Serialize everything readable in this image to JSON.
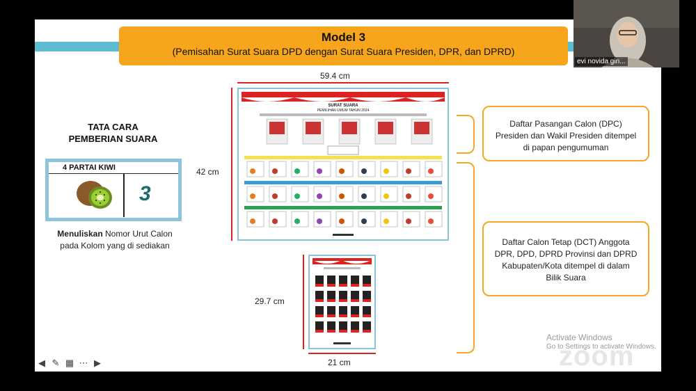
{
  "slide": {
    "title": "Model 3",
    "subtitle": "(Pemisahan Surat Suara DPD dengan Surat Suara Presiden, DPR, dan DPRD)",
    "left_heading": "TATA CARA PEMBERIAN SUARA",
    "ballot": {
      "header": "4   PARTAI KIWI",
      "number": "3"
    },
    "caption_bold": "Menuliskan",
    "caption_rest": " Nomor Urut Calon pada Kolom yang di sediakan",
    "dim_width_top": "59.4 cm",
    "dim_height_big": "42 cm",
    "dim_height_small": "29.7 cm",
    "dim_width_bottom": "21 cm",
    "note_dpc": "Daftar Pasangan Calon (DPC) Presiden dan Wakil Presiden ditempel di papan pengumuman",
    "note_dct": "Daftar Calon Tetap (DCT) Anggota DPR, DPD, DPRD Provinsi dan DPRD Kabupaten/Kota ditempel di dalam Bilik Suara",
    "poster_title": "SURAT SUARA",
    "poster_subtitle": "PEMILIHAN UMUM TAHUN 2024"
  },
  "overlay": {
    "activate_line1": "Activate Windows",
    "activate_line2": "Go to Settings to activate Windows.",
    "zoom_watermark": "zoom",
    "participant_name": "evi novida gin..."
  },
  "colors": {
    "accent_orange": "#f7a51c",
    "teal": "#5dbcd2",
    "border_blue": "#8cc4dc",
    "red": "#d22"
  },
  "icons": [
    "arrow-left-icon",
    "pen-icon",
    "grid-icon",
    "more-icon",
    "arrow-right-icon"
  ]
}
